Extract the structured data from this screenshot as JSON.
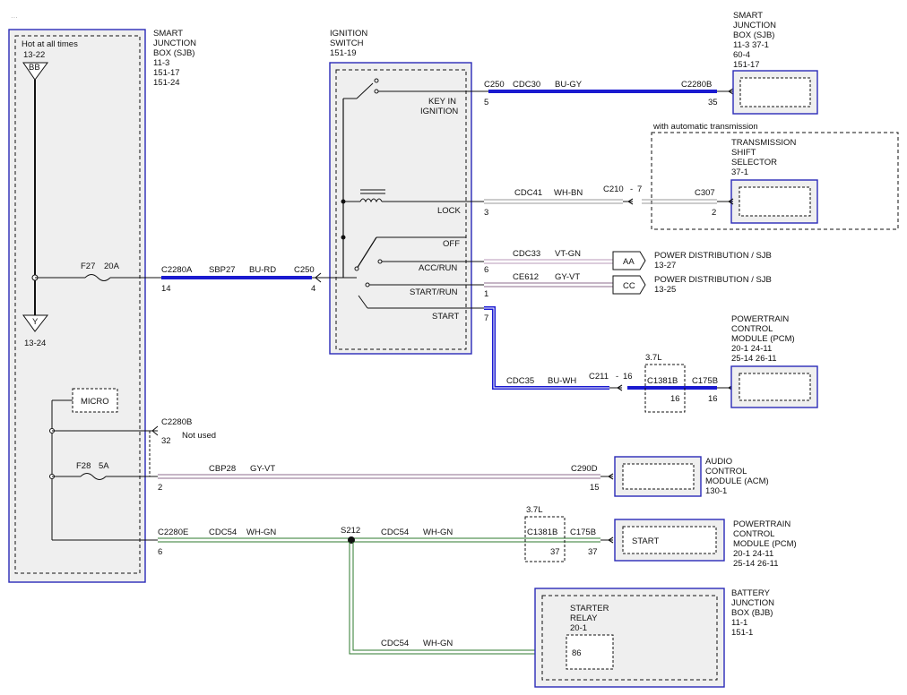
{
  "header_fragment": "...",
  "sjb_left": {
    "hot_label": "Hot at all times",
    "name": [
      "SMART",
      "JUNCTION",
      "BOX (SJB)",
      "11-3",
      "151-17",
      "151-24"
    ],
    "ref_top": "13-22",
    "bb": "BB",
    "y": "Y",
    "ref_bottom": "13-24",
    "micro": "MICRO",
    "f27": "F27",
    "f27_amp": "20A",
    "f28": "F28",
    "f28_amp": "5A"
  },
  "ignition_switch": {
    "name": [
      "IGNITION",
      "SWITCH",
      "151-19"
    ],
    "positions": {
      "key_in": [
        "KEY IN",
        "IGNITION"
      ],
      "lock": "LOCK",
      "off": "OFF",
      "acc_run": "ACC/RUN",
      "start_run": "START/RUN",
      "start": "START"
    }
  },
  "sjb_right": {
    "name": [
      "SMART",
      "JUNCTION",
      "BOX (SJB)",
      "11-3     37-1",
      "60-4",
      "151-17"
    ]
  },
  "trans": {
    "note": "with automatic transmission",
    "name": [
      "TRANSMISSION",
      "SHIFT",
      "SELECTOR",
      "37-1"
    ]
  },
  "pcm1": {
    "name": [
      "POWERTRAIN",
      "CONTROL",
      "MODULE (PCM)",
      "20-1     24-11",
      "25-14   26-11"
    ]
  },
  "acm": {
    "name": [
      "AUDIO",
      "CONTROL",
      "MODULE (ACM)",
      "130-1"
    ]
  },
  "pcm2": {
    "name": [
      "POWERTRAIN",
      "CONTROL",
      "MODULE (PCM)",
      "20-1     24-11",
      "25-14   26-11"
    ],
    "start": "START"
  },
  "bjb": {
    "name": [
      "BATTERY",
      "JUNCTION",
      "BOX (BJB)",
      "11-1",
      "151-1"
    ],
    "relay": [
      "STARTER",
      "RELAY",
      "20-1"
    ],
    "pin": "86"
  },
  "power_dist": {
    "aa": "AA",
    "aa_label": "POWER DISTRIBUTION / SJB",
    "aa_ref": "13-27",
    "cc": "CC",
    "cc_label": "POWER DISTRIBUTION / SJB",
    "cc_ref": "13-25"
  },
  "wires": {
    "w1": {
      "conn_left": "C250",
      "circuit": "CDC30",
      "color": "BU-GY",
      "conn_right": "C2280B",
      "pin_left": "5",
      "pin_right": "35"
    },
    "w2": {
      "circuit": "CDC41",
      "color": "WH-BN",
      "inline": "C210",
      "inline_pin": "7",
      "conn_right": "C307",
      "pin_left": "3",
      "pin_right": "2"
    },
    "w3": {
      "circuit": "CDC33",
      "color": "VT-GN",
      "pin": "6"
    },
    "w4": {
      "circuit": "CE612",
      "color": "GY-VT",
      "pin": "1"
    },
    "w5": {
      "circuit": "CDC35",
      "color": "BU-WH",
      "inline": "C211",
      "inline_pin": "16",
      "opt": "3.7L",
      "conn_opt": "C1381B",
      "pin_opt": "16",
      "conn_right": "C175B",
      "pin_right": "16",
      "pin_left": "7"
    },
    "w6": {
      "conn_left": "C2280A",
      "circuit": "SBP27",
      "color": "BU-RD",
      "conn_right": "C250",
      "pin_left": "14",
      "pin_right": "4"
    },
    "w7": {
      "conn": "C2280B",
      "pin": "32",
      "note": "Not used"
    },
    "w8": {
      "circuit": "CBP28",
      "color": "GY-VT",
      "conn_right": "C290D",
      "pin_left": "2",
      "pin_right": "15"
    },
    "w9": {
      "conn_left": "C2280E",
      "circuit": "CDC54",
      "color": "WH-GN",
      "splice": "S212",
      "circuit2": "CDC54",
      "color2": "WH-GN",
      "opt": "3.7L",
      "conn_opt": "C1381B",
      "pin_opt": "37",
      "conn_right": "C175B",
      "pin_right": "37",
      "pin_left": "6"
    },
    "w10": {
      "circuit": "CDC54",
      "color": "WH-GN"
    }
  },
  "colors": {
    "bu": "#1a1ad0",
    "outline_blue": "#2a2ab8",
    "box_fill": "#efefef",
    "vt_gn": "#b89ab8",
    "gy_vt": "#8c6e8c",
    "wh_gn": "#2c7a2c",
    "wh_bn": "#9a9a9a"
  }
}
